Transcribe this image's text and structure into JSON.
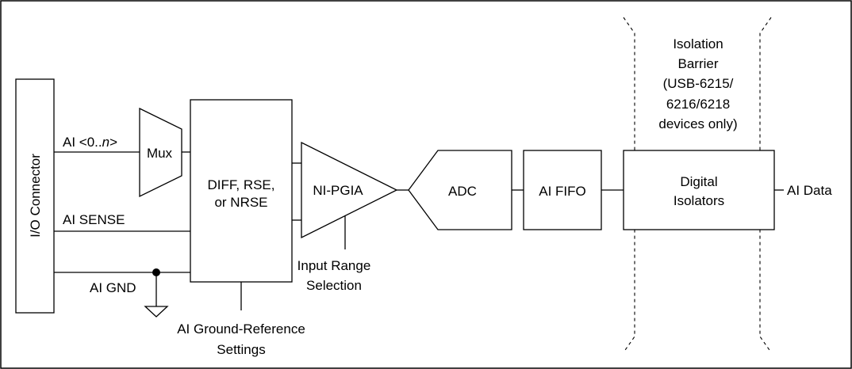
{
  "diagram": {
    "io_connector": "I/O Connector",
    "ai_channels_prefix": "AI <0..",
    "ai_channels_italic": "n",
    "ai_channels_suffix": ">",
    "ai_sense": "AI SENSE",
    "ai_gnd": "AI GND",
    "mux": "Mux",
    "ground_ref_box": [
      "DIFF, RSE,",
      "or NRSE"
    ],
    "ground_ref_caption": [
      "AI Ground-Reference",
      "Settings"
    ],
    "pgia": "NI-PGIA",
    "input_range_caption": [
      "Input Range",
      "Selection"
    ],
    "adc": "ADC",
    "fifo": "AI FIFO",
    "isolators": [
      "Digital",
      "Isolators"
    ],
    "isolation_barrier": [
      "Isolation",
      "Barrier",
      "(USB-6215/",
      "6216/6218",
      "devices only)"
    ],
    "ai_data": "AI Data"
  }
}
